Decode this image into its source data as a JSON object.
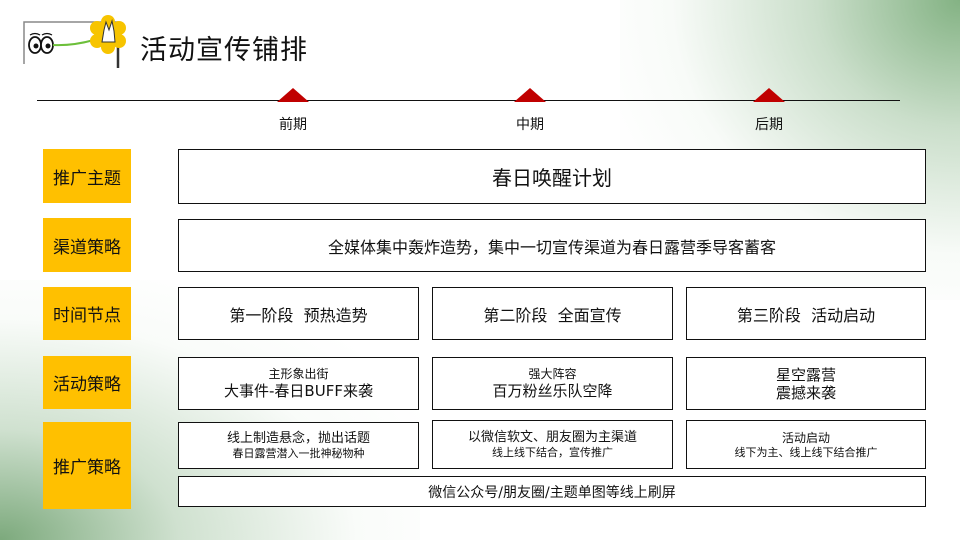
{
  "header": {
    "title": "活动宣传铺排"
  },
  "timeline": {
    "phases": [
      "前期",
      "中期",
      "后期"
    ]
  },
  "rows": {
    "theme": {
      "label": "推广主题",
      "content": "春日唤醒计划"
    },
    "channel": {
      "label": "渠道策略",
      "content": "全媒体集中轰炸造势，集中一切宣传渠道为春日露营季导客蓄客"
    },
    "timing": {
      "label": "时间节点",
      "cells": [
        "第一阶段  预热造势",
        "第二阶段  全面宣传",
        "第三阶段  活动启动"
      ]
    },
    "activity": {
      "label": "活动策略",
      "cells": [
        {
          "line1": "主形象出街",
          "line2": "大事件-春日BUFF来袭"
        },
        {
          "line1": "强大阵容",
          "line2": "百万粉丝乐队空降"
        },
        {
          "line1": "星空露营",
          "line2": "震撼来袭"
        }
      ]
    },
    "promotion": {
      "label": "推广策略",
      "cells": [
        {
          "line1": "线上制造悬念，抛出话题",
          "line2": "春日露营潜入一批神秘物种"
        },
        {
          "line1": "以微信软文、朋友圈为主渠道",
          "line2": "线上线下结合，宣传推广"
        },
        {
          "line1": "活动启动",
          "line2": "线下为主、线上线下结合推广"
        }
      ],
      "footer": "微信公众号/朋友圈/主题单图等线上刷屏"
    }
  },
  "colors": {
    "label_bg": "#ffc000",
    "marker": "#c00000",
    "accent_green": "#6ea56e"
  }
}
